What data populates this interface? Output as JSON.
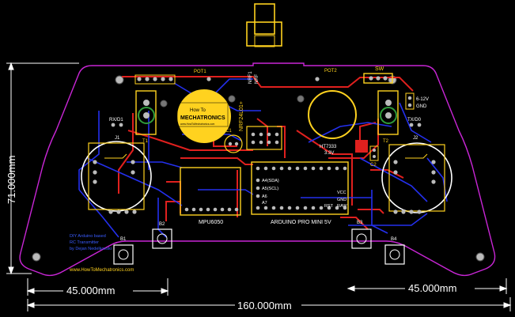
{
  "dimensions": {
    "height": "71.000mm",
    "left_width": "45.000mm",
    "right_width": "45.000mm",
    "total_width": "160.000mm"
  },
  "labels": {
    "pot1": "POT1",
    "pot2": "POT2",
    "sw": "SW",
    "rx": "RX/D1",
    "tx": "TX/D0",
    "j1": "J1",
    "j2": "J2",
    "t1": "T1",
    "t2": "T2",
    "c1": "C1",
    "c2": "C2",
    "b1": "B1",
    "b2": "B2",
    "b3": "B3",
    "b4": "B4",
    "nrf_a": "NRF1",
    "nrf_b": "NRF",
    "nrf_module": "NRF24L01+",
    "ht_model": "HT7333",
    "ht_volt": "3.3V",
    "power_in": "6-12V",
    "gnd": "GND",
    "mpu": "MPU6050",
    "arduino": "ARDUINO PRO MINI 5V",
    "website": "www.HowToMechatronics.com",
    "logo_top": "How To",
    "logo_main": "MECHATRONICS",
    "logo_url": "www.HowToMechatronics.com",
    "pin_a4": "A4(SDA)",
    "pin_a5": "A5(SCL)",
    "pin_a6": "A6",
    "pin_a7": "A7",
    "pin_vcc": "VCC",
    "pin_gnd": "GND",
    "pin_rst": "RST",
    "pin_raw": "RAW"
  },
  "credit_lines": [
    "DIY Arduino based",
    "RC Transmitter",
    "by Dejan Nedelkovski"
  ],
  "colors": {
    "background": "#000000",
    "outline": "#c926d6",
    "top_copper": "#e0201e",
    "bottom_copper": "#2430ee",
    "silkscreen": "#ffd21f",
    "logo": "#ffd21f",
    "dimension": "#ffffff"
  }
}
